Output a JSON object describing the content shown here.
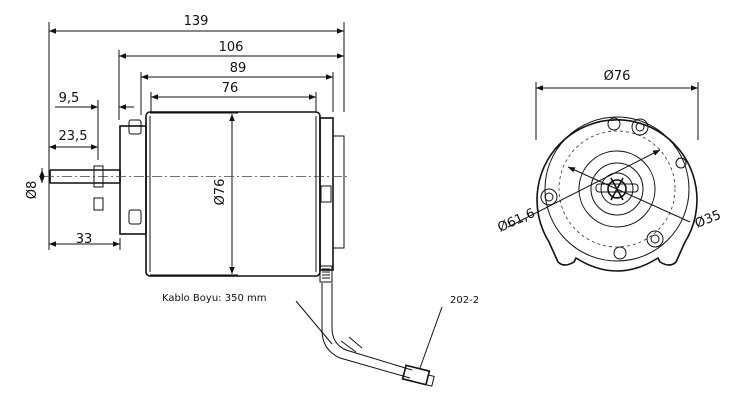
{
  "side_view": {
    "dims": {
      "overall_length": "139",
      "housing_length": "106",
      "body_length": "89",
      "can_length": "76",
      "diameter": "Ø76",
      "shaft_diameter": "Ø8",
      "offset_small": "9,5",
      "offset_medium": "23,5",
      "shaft_length": "33"
    }
  },
  "front_view": {
    "dims": {
      "outer_diameter": "Ø76",
      "bolt_circle": "Ø61,6",
      "hub_diameter": "Ø35"
    }
  },
  "cable": {
    "length_label": "Kablo Boyu: 350 mm",
    "connector_label": "202-2"
  }
}
